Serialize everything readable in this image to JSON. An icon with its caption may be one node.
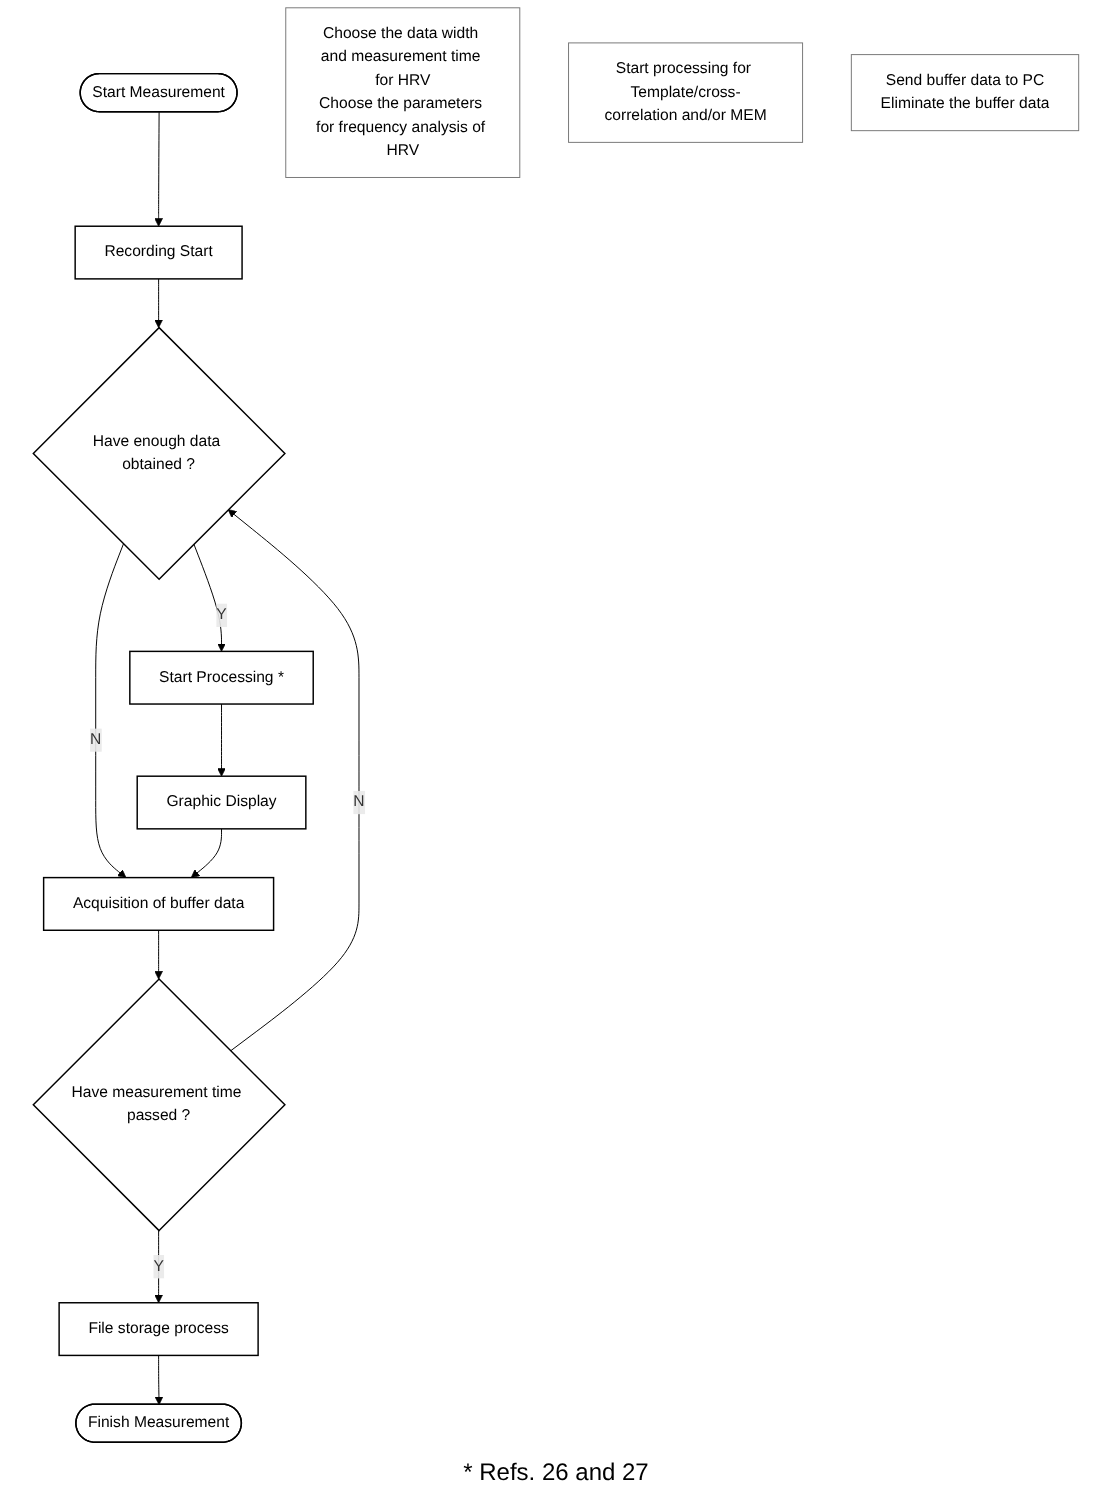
{
  "diagram": {
    "nodes": [
      {
        "text": [
          "Start Measurement"
        ]
      },
      {
        "text": [
          "Recording Start"
        ]
      },
      {
        "text": [
          "Have enough data obtained ?"
        ]
      },
      {
        "text": [
          "Start Processing *"
        ]
      },
      {
        "text": [
          "Graphic Display"
        ]
      },
      {
        "text": [
          "Acquisition of buffer data"
        ]
      },
      {
        "text": [
          "Have measurement time passed ?"
        ]
      },
      {
        "text": [
          "File storage process"
        ]
      },
      {
        "text": [
          "Finish Measurement"
        ]
      },
      {
        "text": [
          "Choose the data width and measurement time for HRV",
          "Choose the parameters for frequency analysis of HRV"
        ]
      },
      {
        "text": [
          "Start processing for Template/cross-correlation and/or MEM"
        ]
      },
      {
        "text": [
          "Send buffer data to PC",
          "Eliminate the buffer data"
        ]
      }
    ],
    "edges": [
      {
        "from": 0,
        "to": 1,
        "arrow": "to"
      },
      {
        "from": 1,
        "to": 2,
        "arrow": "to"
      },
      {
        "from": 2,
        "to": 3,
        "label": "Y",
        "arrow": "to"
      },
      {
        "from": 2,
        "to": 5,
        "label": "N",
        "arrow": "to"
      },
      {
        "from": 3,
        "to": 4,
        "arrow": "to"
      },
      {
        "from": 4,
        "to": 5,
        "arrow": "to"
      },
      {
        "from": 5,
        "to": 6,
        "arrow": "to"
      },
      {
        "from": 6,
        "to": 7,
        "label": "Y",
        "arrow": "to"
      },
      {
        "from": 6,
        "to": 2,
        "label": "N",
        "arrow": "to"
      },
      {
        "from": 7,
        "to": 8,
        "arrow": "to"
      }
    ],
    "labels": [
      "* Refs. 26 and 27"
    ]
  }
}
